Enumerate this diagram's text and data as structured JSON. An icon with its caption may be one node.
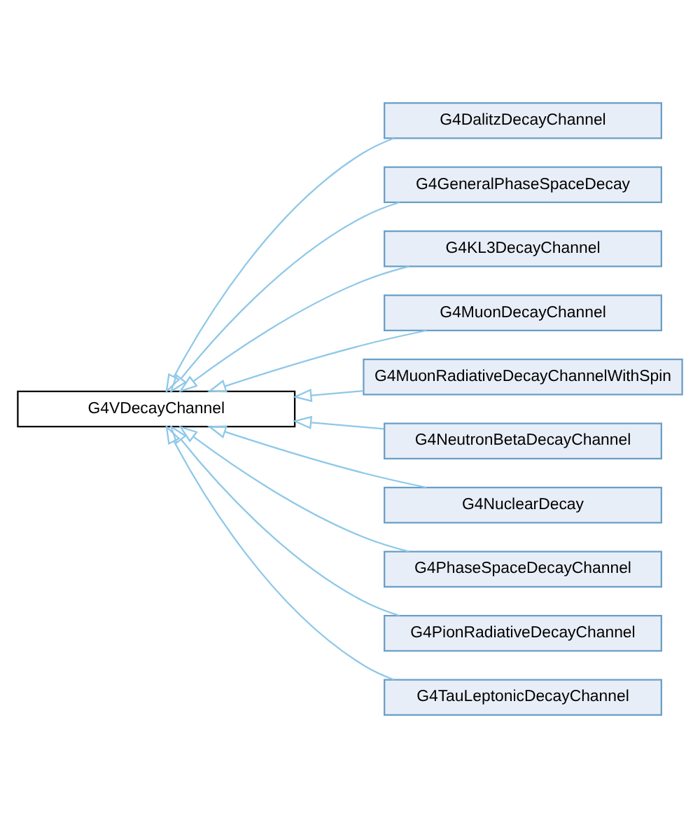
{
  "diagram": {
    "nodes": [
      {
        "text": [
          "G4VDecayChannel"
        ]
      },
      {
        "text": [
          "G4DalitzDecayChannel"
        ]
      },
      {
        "text": [
          "G4GeneralPhaseSpaceDecay"
        ]
      },
      {
        "text": [
          "G4KL3DecayChannel"
        ]
      },
      {
        "text": [
          "G4MuonDecayChannel"
        ]
      },
      {
        "text": [
          "G4MuonRadiativeDecayChannelWithSpin"
        ]
      },
      {
        "text": [
          "G4NeutronBetaDecayChannel"
        ]
      },
      {
        "text": [
          "G4NuclearDecay"
        ]
      },
      {
        "text": [
          "G4PhaseSpaceDecayChannel"
        ]
      },
      {
        "text": [
          "G4PionRadiativeDecayChannel"
        ]
      },
      {
        "text": [
          "G4TauLeptonicDecayChannel"
        ]
      }
    ],
    "edges": [
      {
        "from": 1,
        "to": 0,
        "arrow": "to"
      },
      {
        "from": 2,
        "to": 0,
        "arrow": "to"
      },
      {
        "from": 3,
        "to": 0,
        "arrow": "to"
      },
      {
        "from": 4,
        "to": 0,
        "arrow": "to"
      },
      {
        "from": 5,
        "to": 0,
        "arrow": "to"
      },
      {
        "from": 6,
        "to": 0,
        "arrow": "to"
      },
      {
        "from": 7,
        "to": 0,
        "arrow": "to"
      },
      {
        "from": 8,
        "to": 0,
        "arrow": "to"
      },
      {
        "from": 9,
        "to": 0,
        "arrow": "to"
      },
      {
        "from": 10,
        "to": 0,
        "arrow": "to"
      }
    ]
  }
}
